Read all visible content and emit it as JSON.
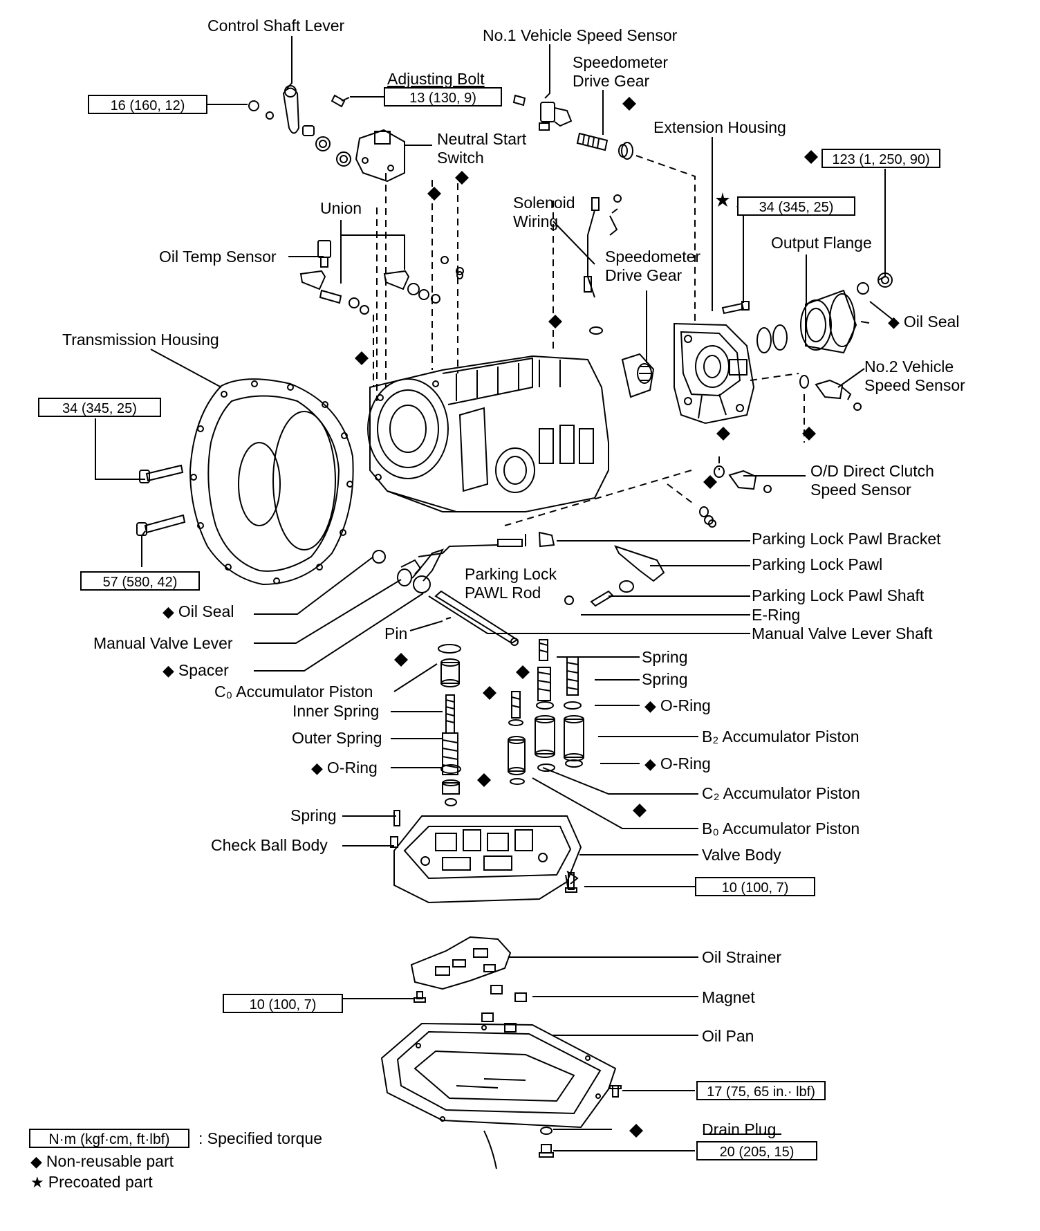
{
  "labels": {
    "control_shaft_lever": "Control Shaft Lever",
    "adjusting_bolt": "Adjusting Bolt",
    "no1_vss": "No.1 Vehicle Speed Sensor",
    "speedo_drive_gear_1a": "Speedometer",
    "speedo_drive_gear_1b": "Drive Gear",
    "extension_housing": "Extension Housing",
    "neutral_start_a": "Neutral Start",
    "neutral_start_b": "Switch",
    "union": "Union",
    "solenoid_a": "Solenoid",
    "solenoid_b": "Wiring",
    "output_flange": "Output Flange",
    "oil_temp_sensor": "Oil Temp Sensor",
    "speedo_drive_gear_2a": "Speedometer",
    "speedo_drive_gear_2b": "Drive Gear",
    "oil_seal_right": "Oil Seal",
    "transmission_housing": "Transmission Housing",
    "no2_vss_a": "No.2 Vehicle",
    "no2_vss_b": "Speed Sensor",
    "od_direct_a": "O/D Direct Clutch",
    "od_direct_b": "Speed Sensor",
    "parking_lock_pawl_bracket": "Parking Lock Pawl Bracket",
    "parking_lock_pawl": "Parking Lock Pawl",
    "parking_lock_rod_a": "Parking Lock",
    "parking_lock_rod_b": "PAWL Rod",
    "parking_lock_pawl_shaft": "Parking Lock Pawl Shaft",
    "e_ring": "E-Ring",
    "oil_seal_left": "Oil Seal",
    "manual_valve_lever": "Manual Valve Lever",
    "pin": "Pin",
    "manual_valve_lever_shaft": "Manual Valve Lever Shaft",
    "spacer": "Spacer",
    "spring_1": "Spring",
    "spring_2": "Spring",
    "c0_accumulator_piston": "C₀ Accumulator Piston",
    "inner_spring": "Inner Spring",
    "o_ring_right_1": "O-Ring",
    "outer_spring": "Outer Spring",
    "b2_accumulator_piston": "B₂ Accumulator Piston",
    "o_ring_left": "O-Ring",
    "o_ring_right_2": "O-Ring",
    "c2_accumulator_piston": "C₂ Accumulator Piston",
    "spring_3": "Spring",
    "b0_accumulator_piston": "B₀ Accumulator Piston",
    "check_ball_body": "Check Ball Body",
    "valve_body": "Valve Body",
    "oil_strainer": "Oil Strainer",
    "magnet": "Magnet",
    "oil_pan": "Oil Pan",
    "drain_plug": "Drain Plug"
  },
  "torques": {
    "t_16": "16 (160, 12)",
    "t_13": "13 (130, 9)",
    "t_123": "123 (1, 250, 90)",
    "t_34_ext": "34 (345, 25)",
    "t_34_housing": "34 (345, 25)",
    "t_57": "57 (580, 42)",
    "t_10_valve": "10 (100, 7)",
    "t_10_strainer": "10 (100, 7)",
    "t_17_pan": "17 (75, 65 in.· lbf)",
    "t_20_drain": "20 (205, 15)"
  },
  "legend": {
    "box_text": "N·m (kgf·cm, ft·lbf)",
    "box_desc": ": Specified torque",
    "diamond_desc": "Non-reusable part",
    "star_desc": "Precoated part"
  },
  "symbols": {
    "diamond": "◆",
    "star": "★"
  }
}
